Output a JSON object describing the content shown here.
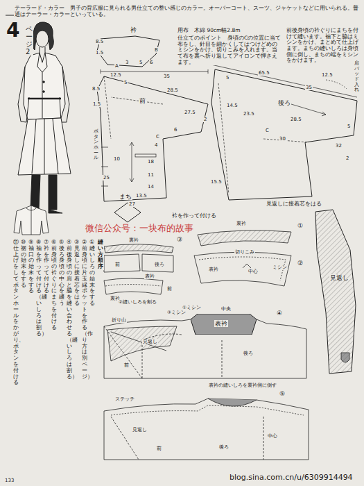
{
  "diagram": {
    "nodes": [
      {
        "text": [
          "衿"
        ]
      },
      {
        "text": [
          "前"
        ]
      },
      {
        "text": [
          "後ろ"
        ]
      },
      {
        "text": [
          "まち"
        ]
      },
      {
        "text": [
          "見返し"
        ]
      },
      {
        "text": [
          "表衿"
        ]
      }
    ],
    "labels": [
      "テーラード・カラー　男子の背広服に見られる男仕立ての整い感じのカラー。オーバーコート、スーツ、ジャケットなどに用いられる。普通はテーラー・カラーといっている。",
      "4",
      "ページ2",
      "用布　木綿 90cm幅2.8m",
      "仕立てのポイント　身頃のCの位置に当て布をし、針目を細かくしてはつけどめのミシンをかけ、切りこみを入れます。当て布を裏へ折り返してアイロンで押さえます。",
      "前後身頃の衿ぐりにまちを付けて縫います。袖下と脇はミシンをかけ、まとめて仕上げます。まちの縫いしろは身頃側に倒し、まちの端をミシンをかけます。",
      "8.5",
      "1.5",
      "5",
      "6",
      "3",
      "A",
      "B",
      "12.5",
      "35",
      "5",
      "8.5",
      "1.5",
      "28.5",
      "27.5",
      "2",
      "6",
      "C",
      "4",
      "18",
      "10",
      "11",
      "25",
      "14",
      "13.5",
      "27",
      "ボタンホール",
      "65.5",
      "12.5",
      "5",
      "35",
      "14.5",
      "23.5",
      "28.5",
      "C",
      "30",
      "5",
      "2",
      "32",
      "15.5",
      "肩パッド入れ",
      "衿を作って付ける",
      "見返しに接着芯をはる",
      "③",
      "裏衿",
      "前",
      "後ろ",
      "表衿",
      "裏衿",
      "前",
      "①",
      "裏衿",
      "②",
      "表衿",
      "切りこみ",
      "中心",
      "ミシン",
      "④",
      "中央",
      "①ミシン",
      "②縫いしろを割る",
      "③ミシン",
      "折り山",
      "見返し",
      "前",
      "後ろ",
      "⑤",
      "ステッチ",
      "表衿の縫いしろを裏衿側に倒す",
      "見返し",
      "前",
      "後ろ",
      "中心",
      "縫い方順序",
      "①縫いしろの始末をする",
      "②前身頃に片玉縁ポケットを作る（作り方は別ページ）",
      "③見返しに接着芯をはる",
      "④前後身頃の肩と脇を縫い合わせる（縫いしろは割る）",
      "⑤後ろ身頃の中心を縫う",
      "⑥前身頃の衿ぐりにまちを付ける",
      "⑦衿を作って付ける",
      "⑧袖を作って付ける（縫いしろは割る）",
      "⑨袖口の始末をする",
      "⑩裾の始末をする",
      "⑪仕上げをしてボタンホールをかがり、ボタンを付ける",
      "微信公众号：一块布的故事",
      "blog.sina.com.cn/u/6309914494",
      "133"
    ]
  }
}
